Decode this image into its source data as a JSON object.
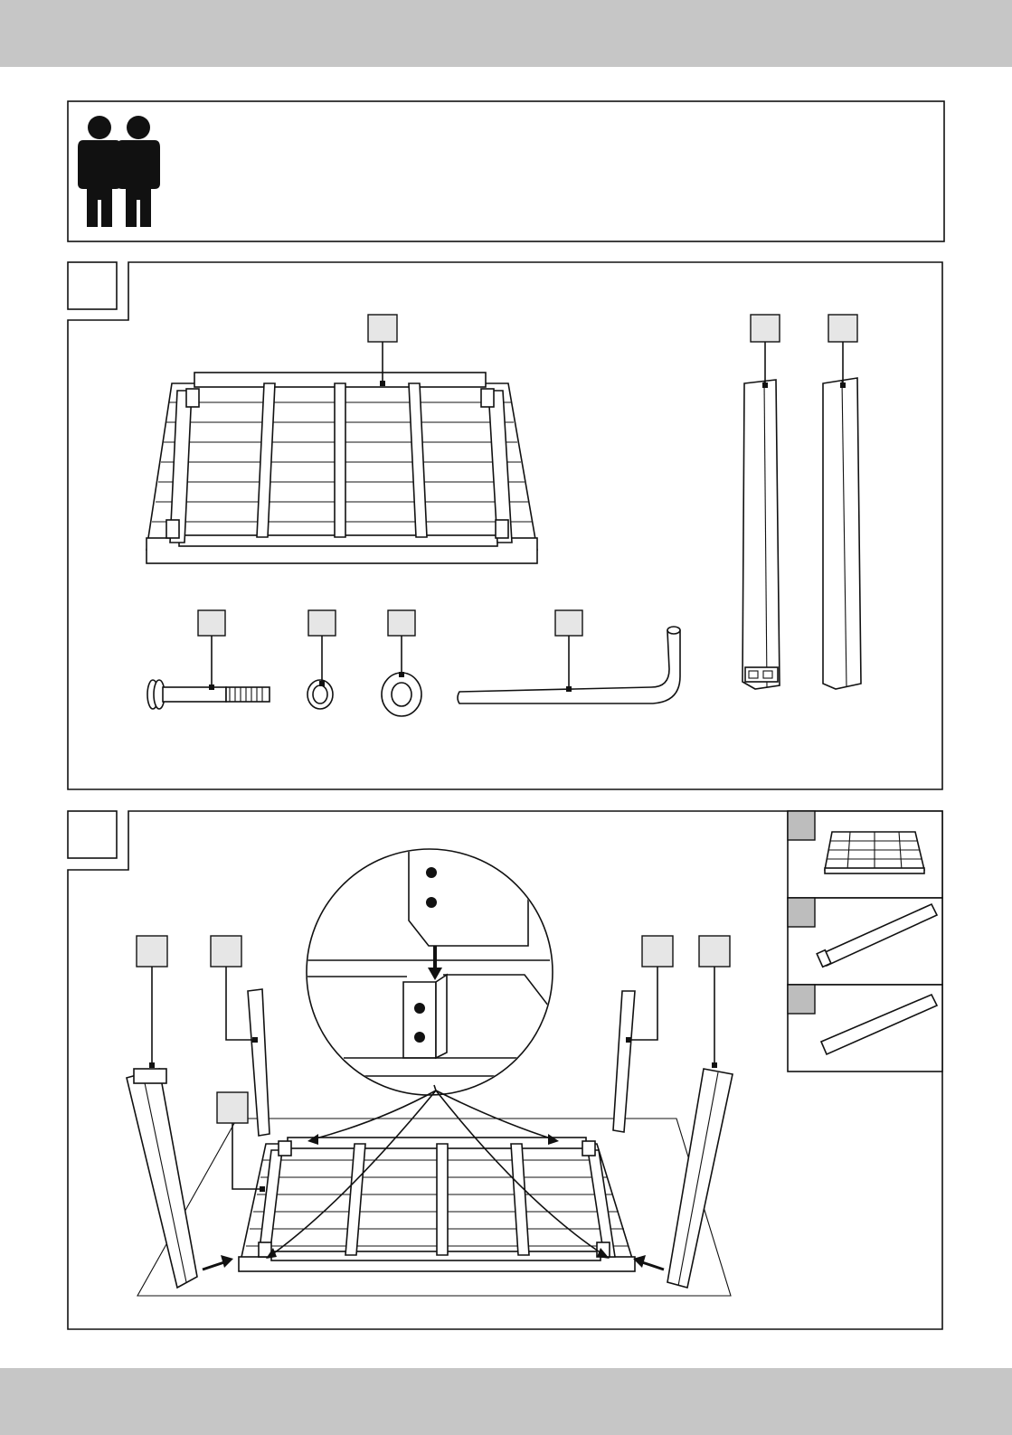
{
  "page": {
    "header_band_color": "#c6c6c6",
    "footer_band_color": "#c6c6c6"
  },
  "notice": {
    "icon": "two-persons-icon"
  },
  "step1": {
    "step_number": "",
    "parts": [
      {
        "name": "tabletop-part",
        "label": ""
      },
      {
        "name": "leg-part-a",
        "label": ""
      },
      {
        "name": "leg-part-b",
        "label": ""
      },
      {
        "name": "bolt-part",
        "label": ""
      },
      {
        "name": "spring-washer-part",
        "label": ""
      },
      {
        "name": "flat-washer-part",
        "label": ""
      },
      {
        "name": "allen-key-part",
        "label": ""
      }
    ]
  },
  "step2": {
    "step_number": "",
    "callouts": [
      "",
      "",
      "",
      "",
      ""
    ],
    "thumbnails": [
      "tabletop-thumbnail",
      "leg-thumbnail-a",
      "leg-thumbnail-b"
    ]
  }
}
